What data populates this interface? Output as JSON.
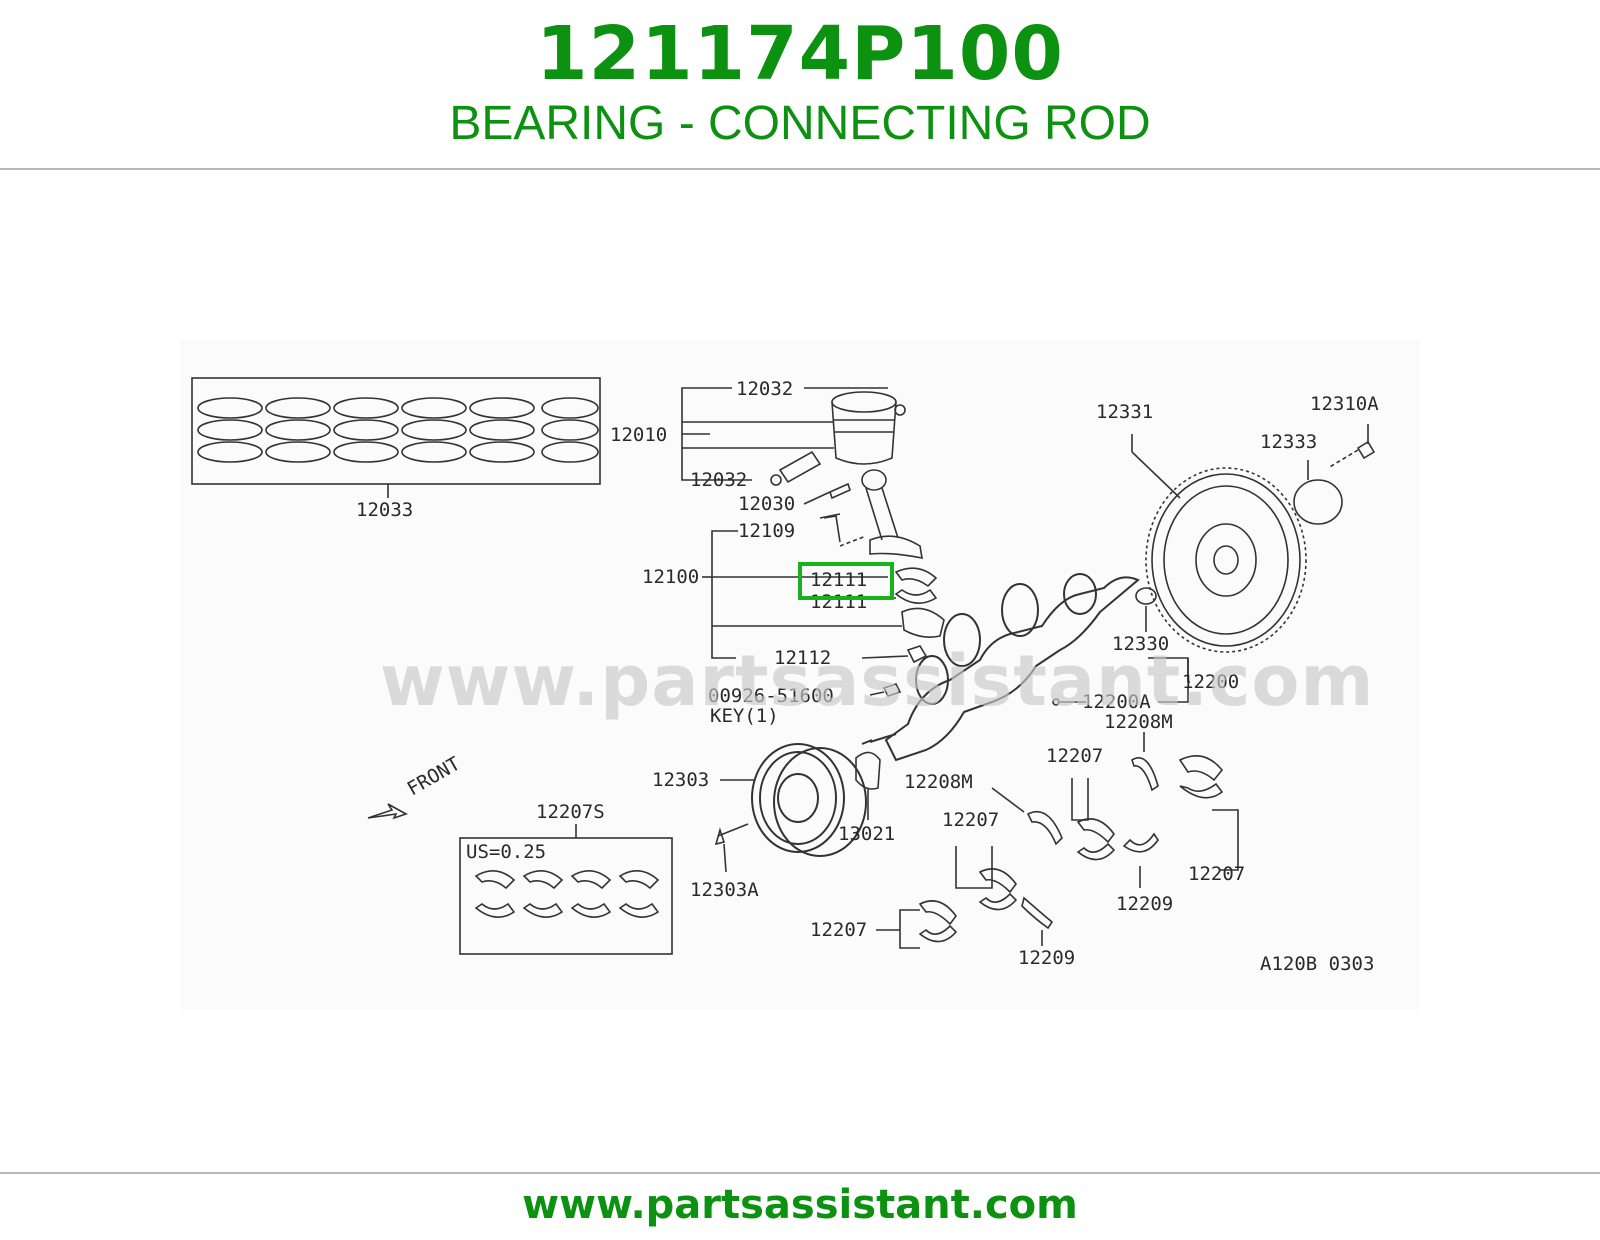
{
  "header": {
    "part_number": "121174P100",
    "description": "BEARING - CONNECTING ROD"
  },
  "footer": {
    "url": "www.partsassistant.com"
  },
  "watermark": "www.partsassistant.com",
  "diagram": {
    "labels": {
      "l12032a": "12032",
      "l12010": "12010",
      "l12032b": "12032",
      "l12030": "12030",
      "l12109": "12109",
      "l12100": "12100",
      "l12111a": "12111",
      "l12111b": "12111",
      "l12112": "12112",
      "l00926": "00926-51600",
      "lkey": "KEY(1)",
      "l12033": "12033",
      "l12331": "12331",
      "l12310a": "12310A",
      "l12333": "12333",
      "l12330": "12330",
      "l12200": "12200",
      "l12200a": "12200A",
      "l12208m_a": "12208M",
      "l12207_a": "12207",
      "l12208m_b": "12208M",
      "l12207_b": "12207",
      "l12207_c": "12207",
      "l12207_d": "12207",
      "l12209_a": "12209",
      "l12209_b": "12209",
      "l12303": "12303",
      "l13021": "13021",
      "l12303a": "12303A",
      "l12207s": "12207S",
      "lus": "US=0.25",
      "lfront": "FRONT",
      "lcode": "A120B 0303"
    },
    "highlighted_part": "12111"
  },
  "colors": {
    "brand_green": "#0c9110",
    "highlight_green": "#18b21c"
  }
}
